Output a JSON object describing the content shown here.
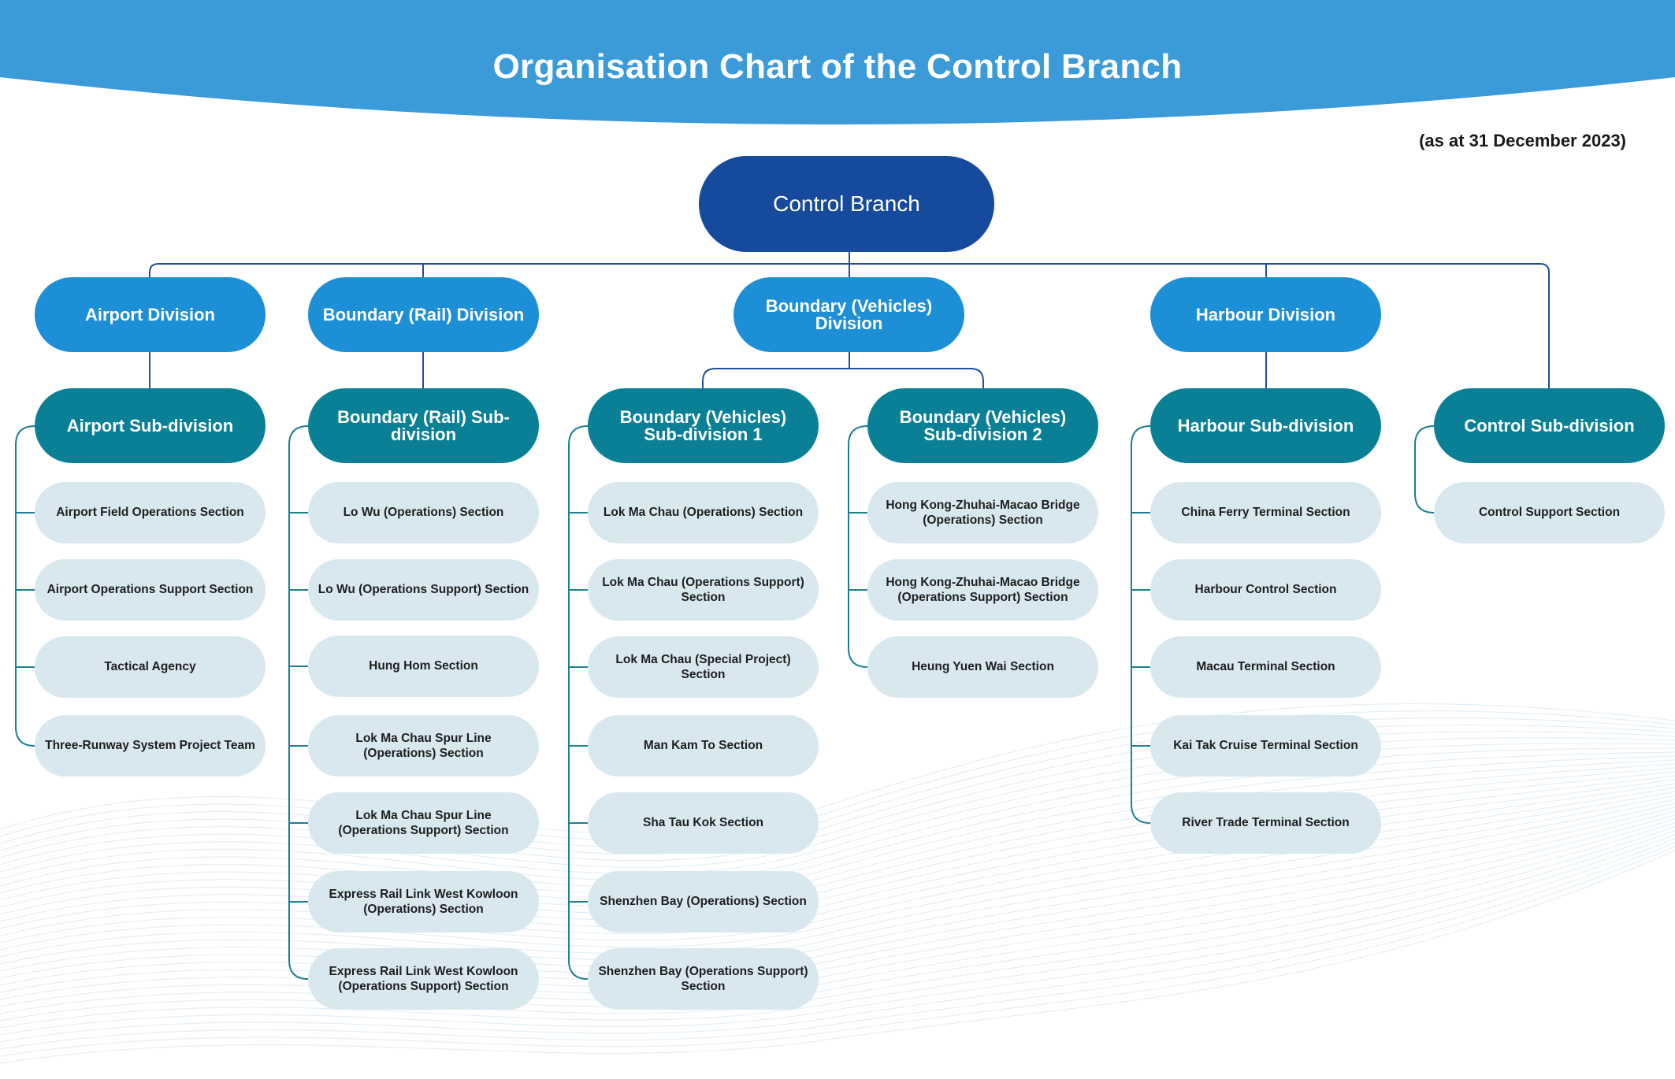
{
  "header": {
    "title": "Organisation Chart of the Control Branch",
    "date_note": "(as at 31 December 2023)"
  },
  "colors": {
    "banner": "#3a9bd8",
    "root": "#164a9c",
    "division": "#1d8fd6",
    "subdivision": "#0a8097",
    "section": "#d9e8ef",
    "root_connector": "#1f4fa0",
    "sub_connector": "#1c7f92"
  },
  "root": {
    "label": "Control Branch"
  },
  "divisions": [
    {
      "label": "Airport Division"
    },
    {
      "label": "Boundary (Rail) Division"
    },
    {
      "label": "Boundary (Vehicles) Division"
    },
    {
      "label": "Harbour Division"
    }
  ],
  "subdivisions": [
    {
      "label": "Airport Sub-division",
      "sections": [
        "Airport Field Operations Section",
        "Airport Operations Support Section",
        "Tactical Agency",
        "Three-Runway System Project Team"
      ]
    },
    {
      "label": "Boundary (Rail) Sub-division",
      "sections": [
        "Lo Wu (Operations) Section",
        "Lo Wu (Operations Support) Section",
        "Hung Hom Section",
        "Lok Ma Chau Spur Line\n(Operations) Section",
        "Lok Ma Chau Spur Line\n(Operations Support) Section",
        "Express Rail Link West Kowloon\n(Operations) Section",
        "Express Rail Link West Kowloon\n(Operations Support) Section"
      ]
    },
    {
      "label": "Boundary (Vehicles)\nSub-division 1",
      "sections": [
        "Lok Ma Chau (Operations) Section",
        "Lok Ma Chau (Operations Support)\nSection",
        "Lok Ma Chau (Special Project) Section",
        "Man Kam To Section",
        "Sha Tau Kok Section",
        "Shenzhen Bay (Operations) Section",
        "Shenzhen Bay (Operations Support)\nSection"
      ]
    },
    {
      "label": "Boundary (Vehicles)\nSub-division 2",
      "sections": [
        "Hong Kong-Zhuhai-Macao Bridge\n(Operations) Section",
        "Hong Kong-Zhuhai-Macao Bridge\n(Operations Support) Section",
        "Heung Yuen Wai Section"
      ]
    },
    {
      "label": "Harbour Sub-division",
      "sections": [
        "China Ferry Terminal Section",
        "Harbour Control Section",
        "Macau Terminal Section",
        "Kai Tak Cruise Terminal Section",
        "River Trade Terminal Section"
      ]
    },
    {
      "label": "Control Sub-division",
      "sections": [
        "Control Support Section"
      ]
    }
  ]
}
